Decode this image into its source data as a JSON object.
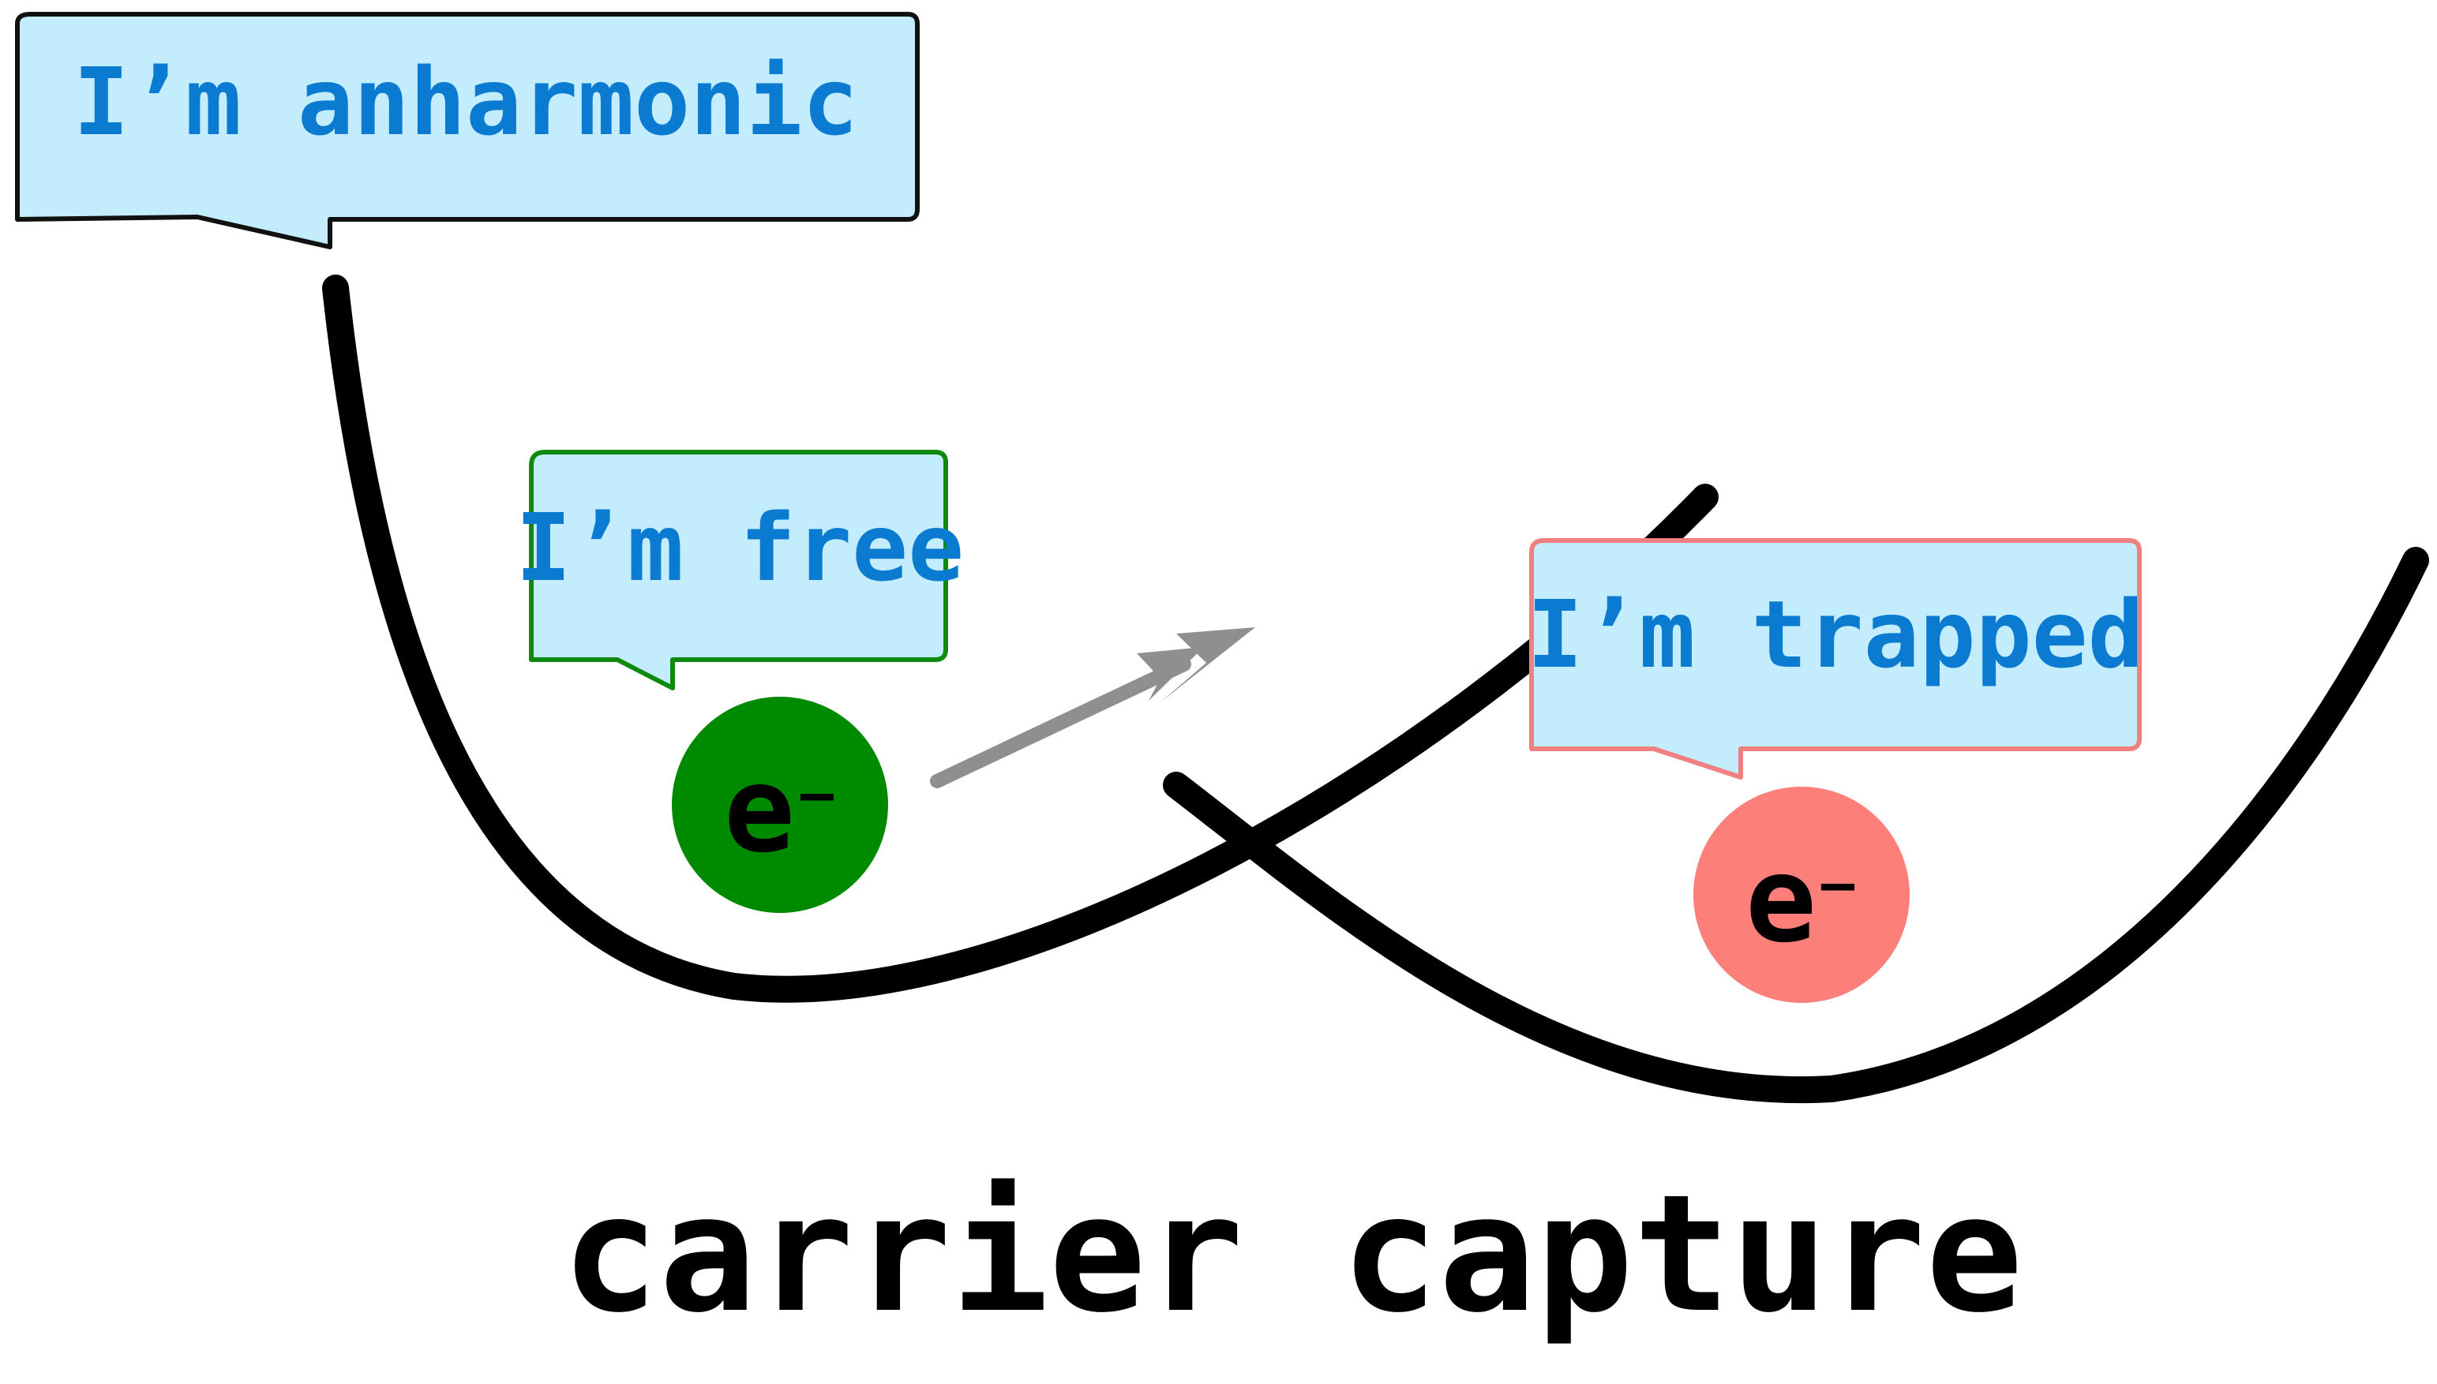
{
  "bubbles": {
    "anharmonic": "I’m anharmonic",
    "free": "I’m free",
    "trapped": "I’m trapped"
  },
  "electrons": {
    "free": {
      "symbol": "e",
      "charge": "–"
    },
    "trapped": {
      "symbol": "e",
      "charge": "–"
    }
  },
  "caption": "carrier capture",
  "colors": {
    "bubble_fill": "#c3ecfc",
    "bubble_text": "#0a7bd0",
    "anharmonic_border": "#111111",
    "free_border": "#0f8a0f",
    "trapped_border": "#f08080",
    "free_electron": "#008a00",
    "trapped_electron": "#fd7f7a",
    "curve": "#000000",
    "arrow": "#8f8f8f"
  },
  "icons": {
    "arrow": "arrow-right-up-icon"
  }
}
